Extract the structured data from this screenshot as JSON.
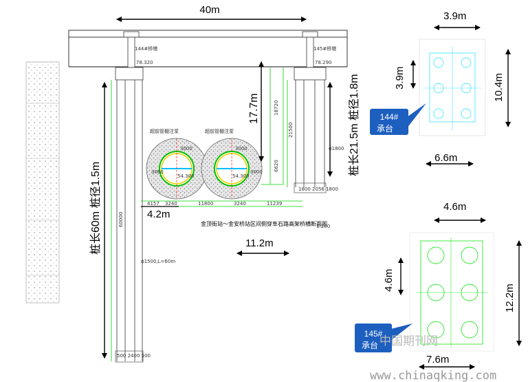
{
  "labels": {
    "span": "40m",
    "pier144": "144#桥墩",
    "pier145": "145#桥墩",
    "elev144": "78.320",
    "elev145": "78.290",
    "d177": "17.7m",
    "d18720": "18720",
    "pile_left": "桩长60m  桩径1.5m",
    "pile_right": "桩长21.5m  桩径1.8m",
    "d60000": "60000",
    "d21500": "21500",
    "d6620": "6620",
    "d4157": "4157",
    "d3240a": "3240",
    "d11800": "11800",
    "d3240b": "3240",
    "d11239": "11239",
    "d42": "4.2m",
    "d112": "11.2m",
    "title": "金顶街站～金安桥站区间侧穿阜石路高架桥横断面图",
    "scale": "1:200",
    "pile1500": "ϕ1500,L=60m",
    "pile1800": "ϕ1800",
    "base_left": "500 2400 500",
    "base_right": "1800 2056 1800",
    "tunnel_note": "超前管棚注浆",
    "t3000": "3000",
    "t3060": "3060",
    "t_elev": "54.300",
    "cap144_w": "3.9m",
    "cap144_h": "10.4m",
    "cap144_s": "3.9m",
    "cap144_b": "6.6m",
    "cap144_label": "144#\n承台",
    "cap145_w": "4.6m",
    "cap145_h": "12.2m",
    "cap145_s": "4.6m",
    "cap145_b": "7.6m",
    "cap145_label": "145#\n承台",
    "watermark": "中国期刊网",
    "website": "www.chinaqking.com"
  },
  "colors": {
    "green": "#00e000",
    "cyan": "#00e5ff",
    "callout": "#1d5fbf"
  }
}
